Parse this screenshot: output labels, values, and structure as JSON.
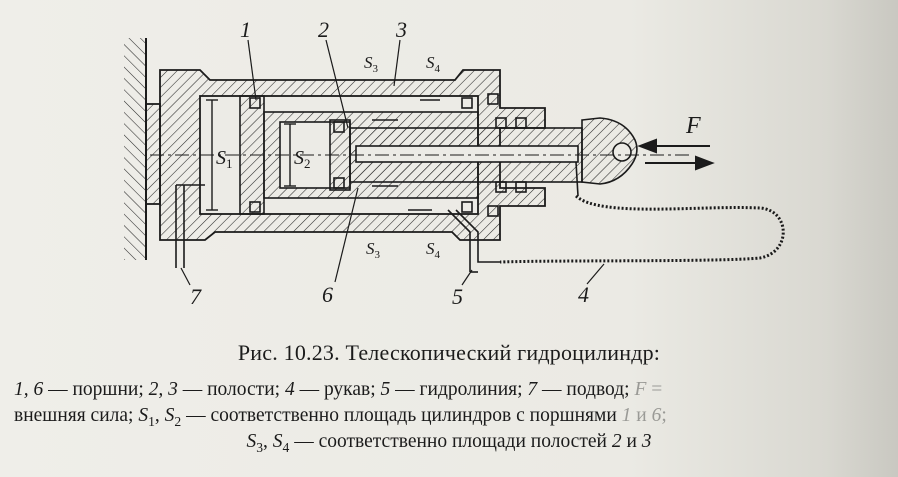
{
  "figure": {
    "callouts": {
      "n1": "1",
      "n2": "2",
      "n3": "3",
      "n4": "4",
      "n5": "5",
      "n6": "6",
      "n7": "7",
      "F": "F"
    },
    "inner_labels": {
      "S1": "S",
      "S1_sub": "1",
      "S2": "S",
      "S2_sub": "2",
      "S3_top": "S",
      "S3_top_sub": "3",
      "S4_top": "S",
      "S4_top_sub": "4",
      "S3_bot": "S",
      "S3_bot_sub": "3",
      "S4_bot": "S",
      "S4_bot_sub": "4"
    }
  },
  "caption": {
    "title": "Рис. 10.23. Телескопический гидроцилиндр:",
    "line1": {
      "a": "1, 6",
      "b": " — поршни; ",
      "c": "2, 3",
      "d": " — полости; ",
      "e": "4",
      "f": " — рукав; ",
      "g": "5",
      "h": " — гидролиния; ",
      "i": "7",
      "j": " — подвод; ",
      "k": "F",
      "l": " ="
    },
    "line2": {
      "a": "внешняя сила; ",
      "b": "S",
      "b_sub": "1",
      "c": ", ",
      "d": "S",
      "d_sub": "2",
      "e": " — соответственно площадь цилиндров с поршнями ",
      "f": "1",
      "g": " и ",
      "h": "6",
      "i": ";"
    },
    "line3": {
      "a": "S",
      "a_sub": "3",
      "b": ", ",
      "c": "S",
      "c_sub": "4",
      "d": " — соответственно площади полостей ",
      "e": "2",
      "f": " и ",
      "g": "3"
    }
  }
}
